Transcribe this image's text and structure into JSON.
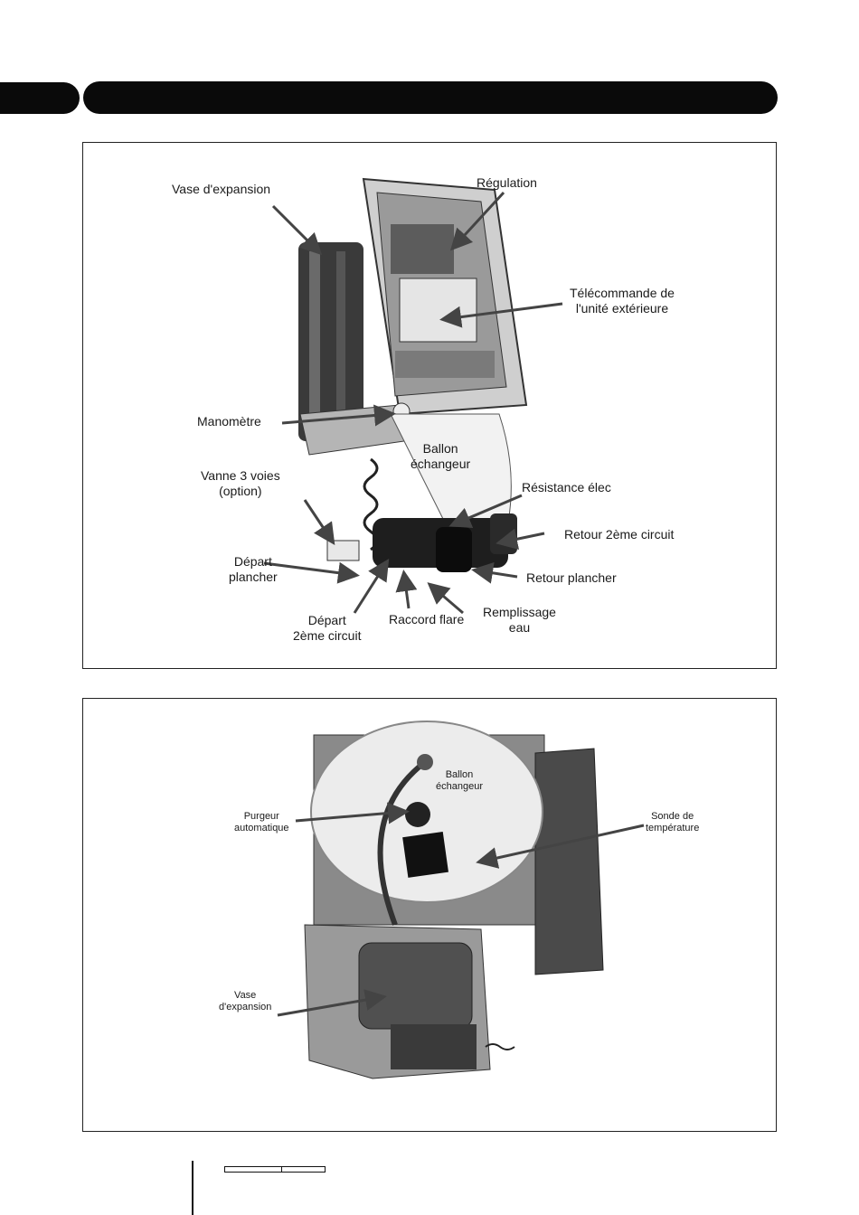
{
  "figure1": {
    "labels": {
      "vase_expansion": "Vase d'expansion",
      "regulation": "Régulation",
      "telecommande_line1": "Télécommande de",
      "telecommande_line2": "l'unité extérieure",
      "manometre": "Manomètre",
      "ballon_line1": "Ballon",
      "ballon_line2": "échangeur",
      "vanne_line1": "Vanne 3 voies",
      "vanne_line2": "(option)",
      "resistance": "Résistance élec",
      "retour_2eme": "Retour 2ème circuit",
      "depart_plancher_line1": "Départ",
      "depart_plancher_line2": "plancher",
      "retour_plancher": "Retour plancher",
      "depart_2eme_line1": "Départ",
      "depart_2eme_line2": "2ème circuit",
      "raccord_flare": "Raccord flare",
      "remplissage_line1": "Remplissage",
      "remplissage_line2": "eau"
    }
  },
  "figure2": {
    "labels": {
      "ballon_line1": "Ballon",
      "ballon_line2": "échangeur",
      "purgeur_line1": "Purgeur",
      "purgeur_line2": "automatique",
      "sonde_line1": "Sonde de",
      "sonde_line2": "température",
      "vase_line1": "Vase",
      "vase_line2": "d'expansion"
    }
  }
}
